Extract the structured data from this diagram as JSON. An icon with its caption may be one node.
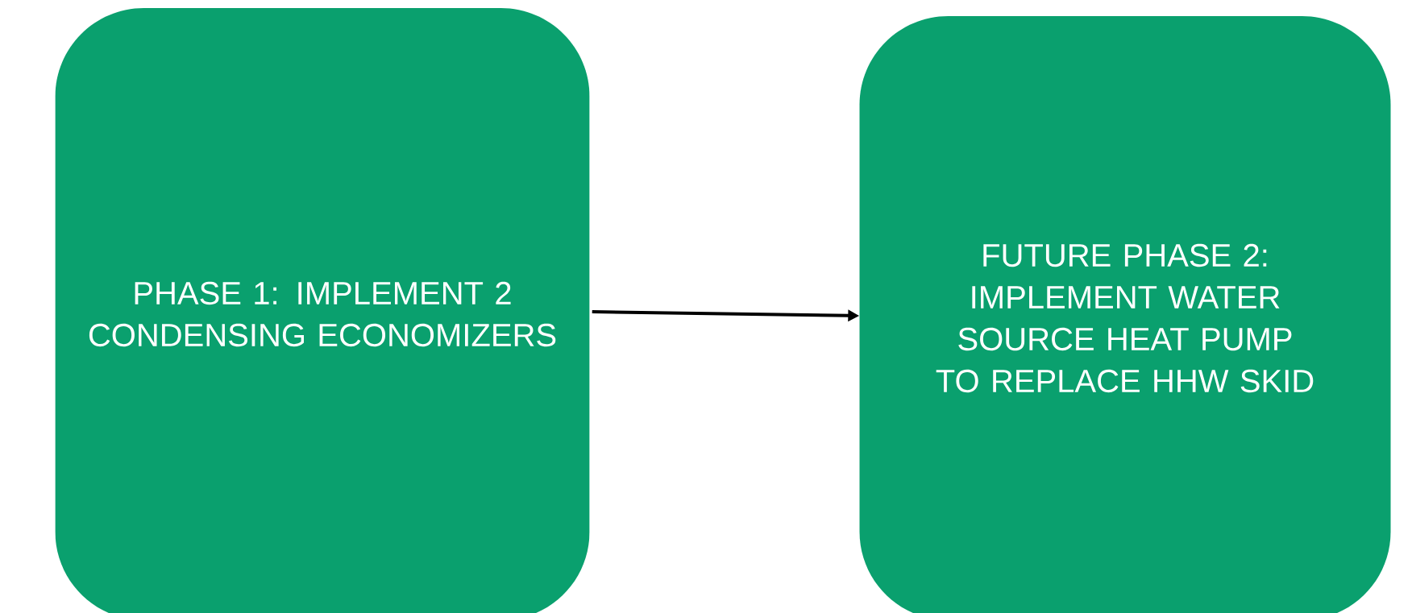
{
  "diagram": {
    "nodes": [
      {
        "text": [
          "PHASE 1: IMPLEMENT 2 CONDENSING ECONOMIZERS"
        ]
      },
      {
        "text": [
          "FUTURE PHASE 2: IMPLEMENT WATER SOURCE HEAT PUMP TO REPLACE HHW SKID"
        ]
      }
    ],
    "edges": [
      {
        "from": 0,
        "to": 1,
        "arrow": "to"
      }
    ]
  }
}
